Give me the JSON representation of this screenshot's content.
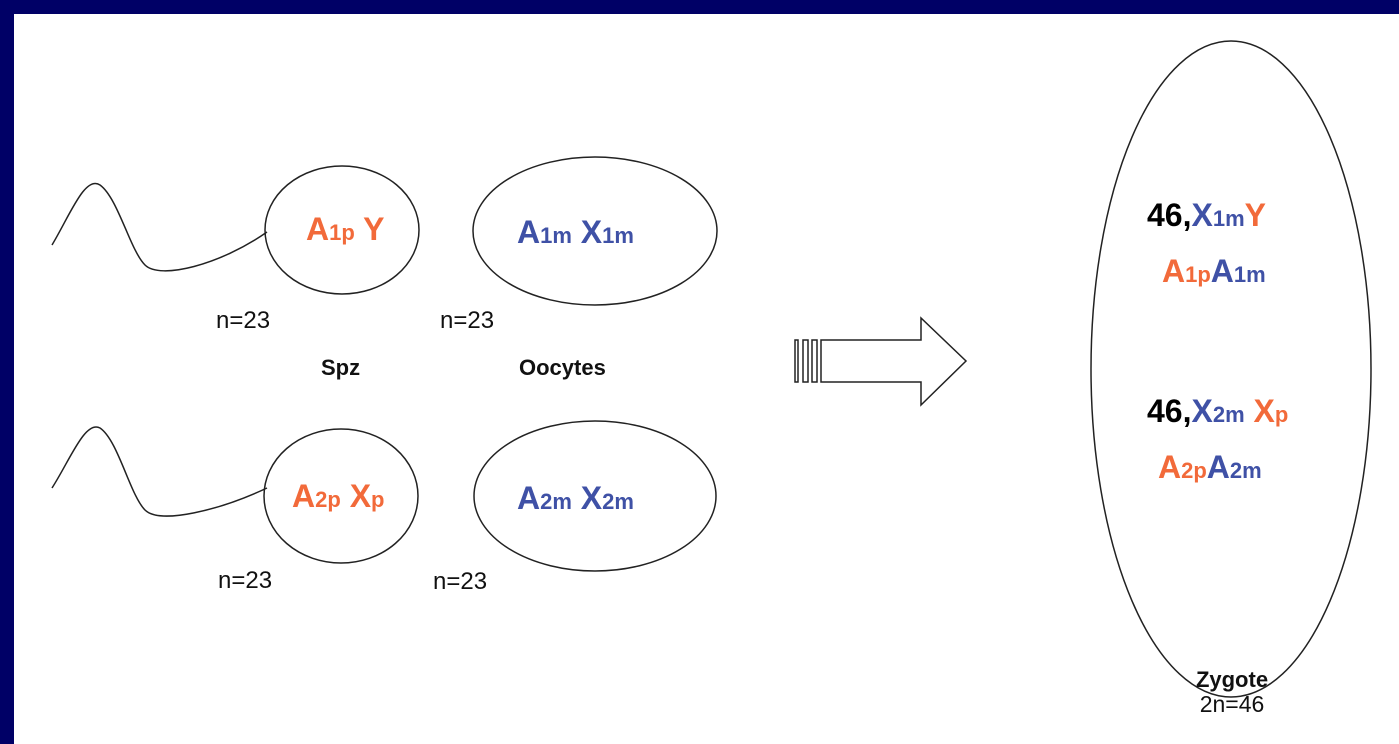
{
  "colors": {
    "paternal": "#f26a3a",
    "maternal": "#3f51a6",
    "background": "#000066"
  },
  "sperm_1": {
    "A": "A",
    "A_sub": "1p",
    "sex": "Y",
    "ploidy": "n=23"
  },
  "oocyte_1": {
    "A": "A",
    "A_sub": "1m",
    "X": "X",
    "X_sub": "1m",
    "ploidy": "n=23"
  },
  "sperm_2": {
    "A": "A",
    "A_sub": "2p",
    "sex": "X",
    "sex_sub": "p",
    "ploidy": "n=23"
  },
  "oocyte_2": {
    "A": "A",
    "A_sub": "2m",
    "X": "X",
    "X_sub": "2m",
    "ploidy": "n=23"
  },
  "captions": {
    "sperm": "Spz",
    "oocytes": "Oocytes"
  },
  "zygote": {
    "karyotype_1": {
      "prefix": "46,",
      "X": "X",
      "X_sub": "1m",
      "Y": "Y"
    },
    "autosomes_1": {
      "Ap": "A",
      "Ap_sub": "1p",
      "Am": "A",
      "Am_sub": "1m"
    },
    "karyotype_2": {
      "prefix": "46,",
      "X": "X",
      "X_sub": "2m",
      "Xp": "X",
      "Xp_sub": "p"
    },
    "autosomes_2": {
      "Ap": "A",
      "Ap_sub": "2p",
      "Am": "A",
      "Am_sub": "2m"
    },
    "caption": "Zygote",
    "ploidy": "2n=46"
  }
}
